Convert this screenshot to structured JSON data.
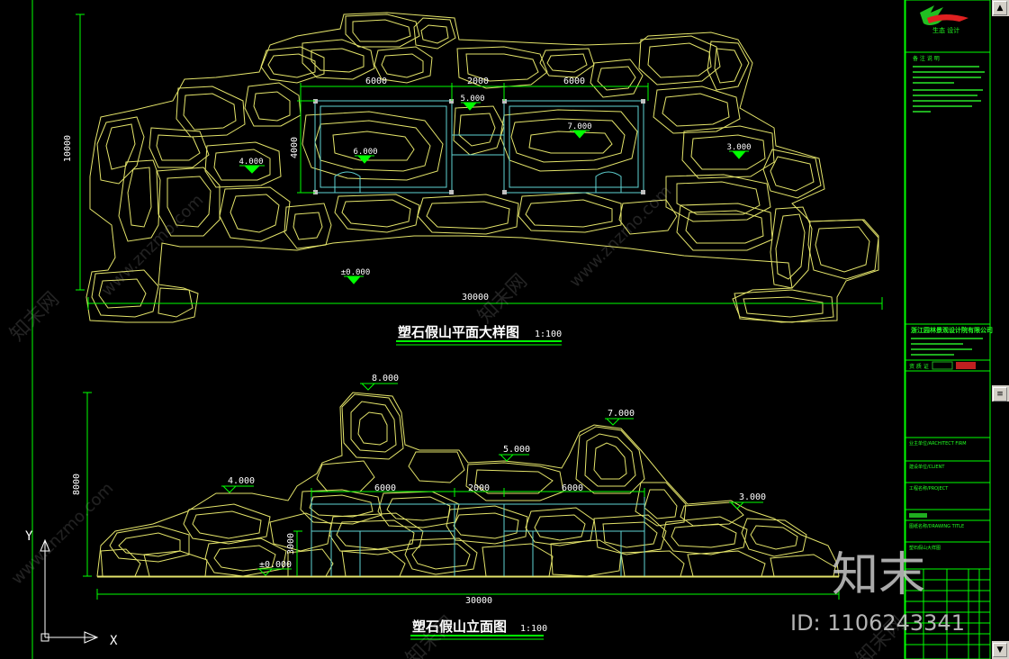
{
  "plan": {
    "title": "塑石假山平面大样图",
    "scale": "1:100",
    "dims": {
      "left": "6000",
      "mid": "2000",
      "right": "6000",
      "height": "4000",
      "total_height": "10000",
      "total_width": "30000"
    },
    "elevations": {
      "e1": "4.000",
      "e2": "6.000",
      "e3": "5.000",
      "e4": "7.000",
      "e5": "3.000",
      "e6": "±0.000"
    }
  },
  "elev": {
    "title": "塑石假山立面图",
    "scale": "1:100",
    "dims": {
      "left": "6000",
      "mid": "2000",
      "right": "6000",
      "height": "3000",
      "total_height": "8000",
      "total_width": "30000"
    },
    "elevations": {
      "e1": "8.000",
      "e2": "7.000",
      "e3": "5.000",
      "e4": "4.000",
      "e5": "3.000",
      "e6": "±0.000"
    }
  },
  "ucs": {
    "y": "Y",
    "x": "X"
  },
  "watermark": {
    "logo_text": "知末",
    "id_text": "ID: 1106243341",
    "site": "www.znzmo.com",
    "brand": "知末网"
  },
  "titleblock": {
    "logo_caption": "生态 设计",
    "notes_head": "备 注 说 明",
    "company": "浙江园林景观设计院有限公司",
    "cert_label": "资 质 证",
    "labels": [
      "建设单位/CLIENT",
      "工程名称/PROJECT",
      "图纸名称/DRAWING TITLE",
      "塑石假山大样图"
    ],
    "owner_label": "业主单位/ARCHITECT FIRM"
  },
  "colors": {
    "background": "#000000",
    "rock": "#e4e46a",
    "cyan": "#5fd3d3",
    "green": "#00ff00",
    "white": "#ffffff"
  }
}
